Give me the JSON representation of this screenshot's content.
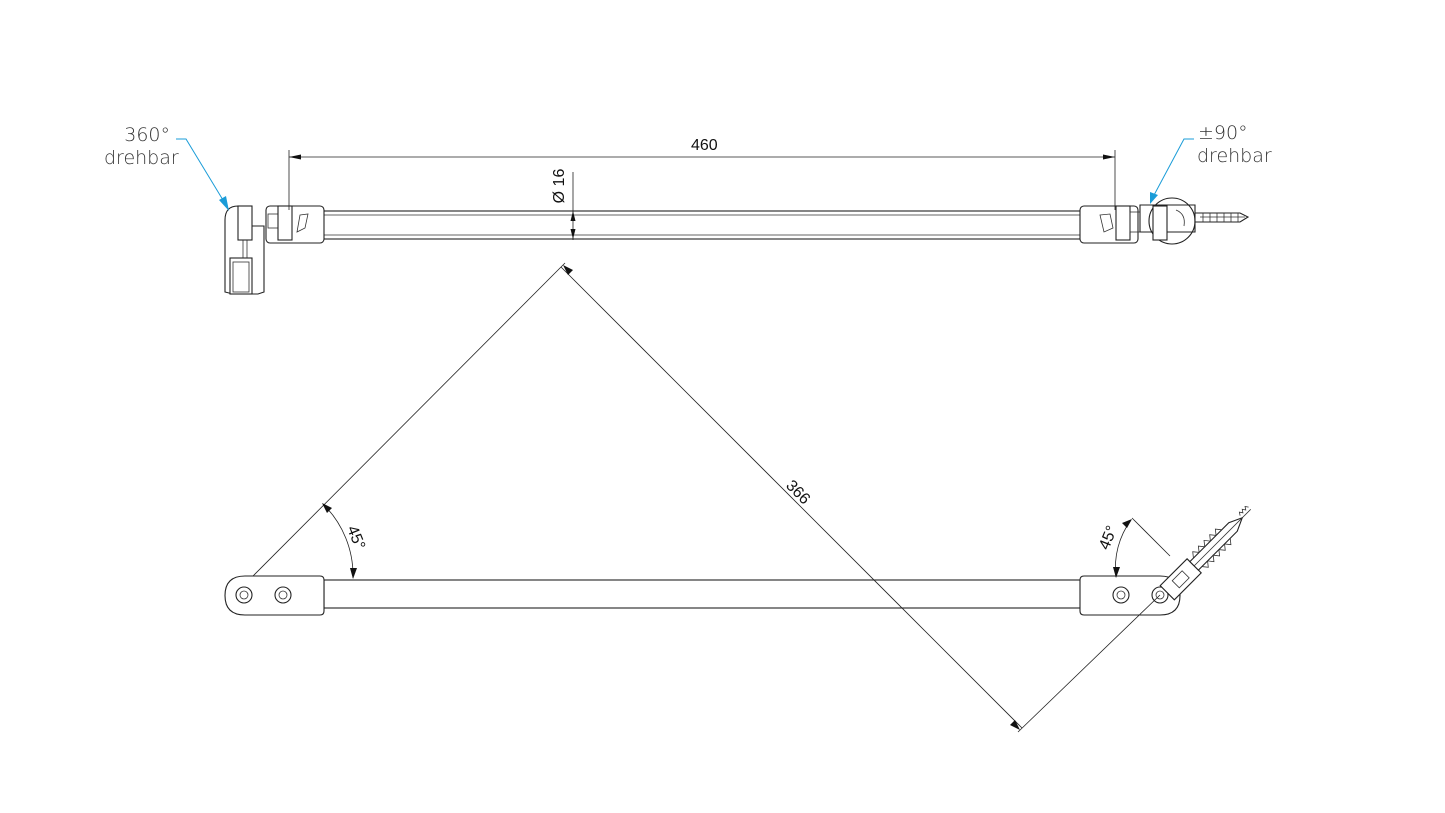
{
  "drawing": {
    "top_view": {
      "length_dimension": "460",
      "diameter_dimension": "Ø 16",
      "left_callout": {
        "line1": "360°",
        "line2": "drehbar"
      },
      "right_callout": {
        "line1": "±90°",
        "line2": "drehbar"
      }
    },
    "bottom_view": {
      "diagonal_dimension": "366",
      "left_angle": "45°",
      "right_angle": "45°"
    },
    "colors": {
      "line": "#222222",
      "callout": "#1a9cd8",
      "background": "#ffffff"
    }
  }
}
